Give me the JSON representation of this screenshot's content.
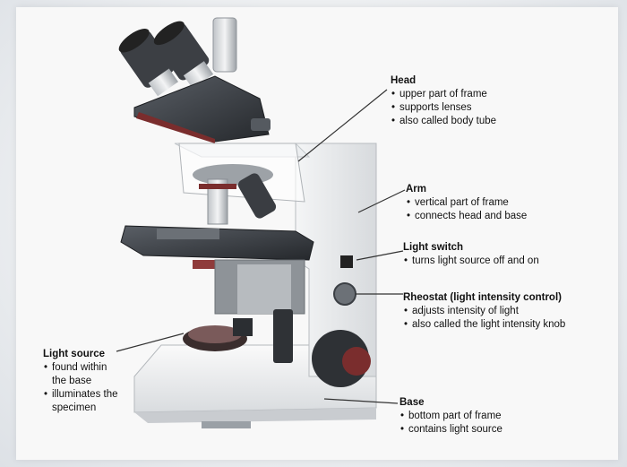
{
  "labels": {
    "head": {
      "title": "Head",
      "items": [
        "upper part of frame",
        "supports lenses",
        "also called body tube"
      ]
    },
    "arm": {
      "title": "Arm",
      "items": [
        "vertical part of frame",
        "connects head and base"
      ]
    },
    "light_switch": {
      "title": "Light switch",
      "items": [
        "turns light source off and on"
      ]
    },
    "rheostat": {
      "title": "Rheostat (light intensity control)",
      "items": [
        "adjusts intensity of light",
        "also called the light intensity knob"
      ]
    },
    "base": {
      "title": "Base",
      "items": [
        "bottom part of frame",
        "contains light source"
      ]
    },
    "light_source": {
      "title": "Light source",
      "items": [
        "found within the base",
        "illuminates the specimen"
      ]
    }
  }
}
